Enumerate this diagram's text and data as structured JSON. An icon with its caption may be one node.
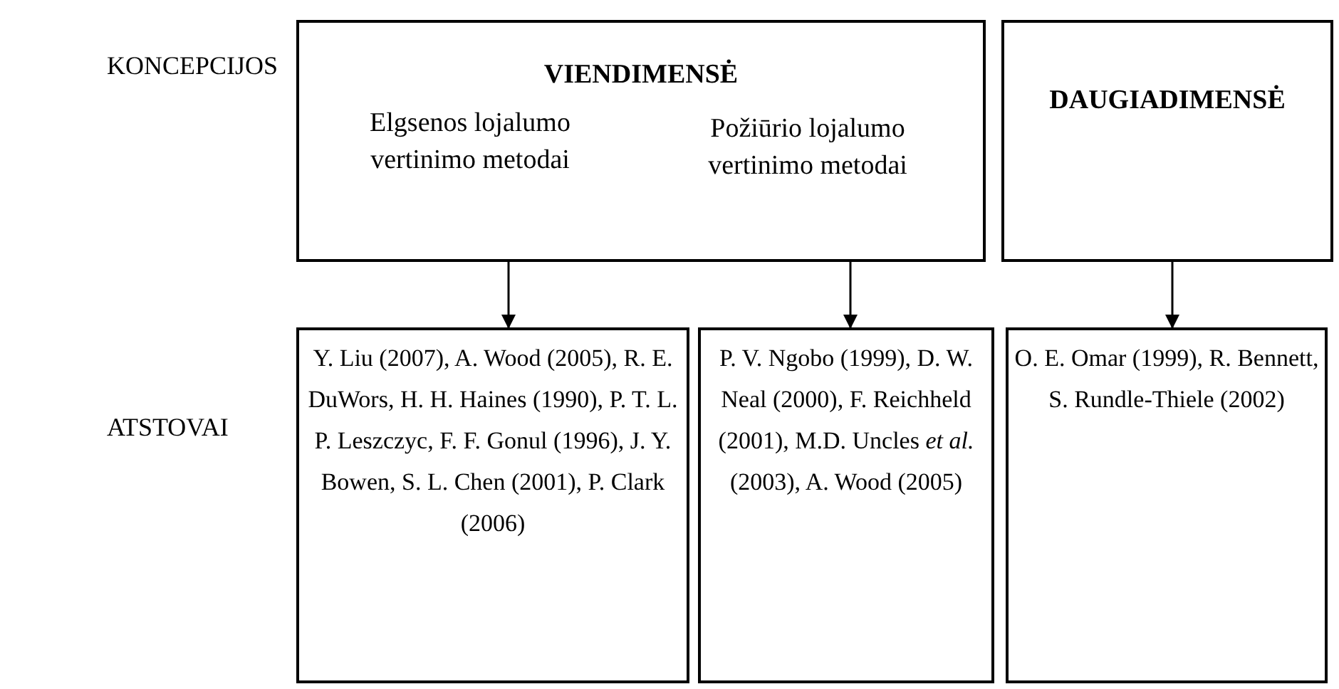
{
  "diagram": {
    "nodes": [
      {
        "text": [
          "VIENDIMENSĖ",
          "Elgsenos lojalumo vertinimo metodai",
          "Požiūrio lojalumo vertinimo metodai"
        ]
      },
      {
        "text": [
          "DAUGIADIMENSĖ"
        ]
      },
      {
        "text": [
          "Y. Liu (2007), A. Wood (2005), R. E. DuWors,  H. H. Haines (1990), P. T. L. P. Leszczyc, F. F. Gonul (1996), J. Y. Bowen, S. L. Chen (2001), P. Clark (2006)"
        ]
      },
      {
        "text": [
          "P. V. Ngobo (1999), D. W. Neal (2000), F. Reichheld (2001), M.D. Uncles *et al.* (2003), A. Wood (2005)"
        ]
      },
      {
        "text": [
          "O. E. Omar (1999), R. Bennett, S. Rundle-Thiele (2002)"
        ]
      }
    ],
    "edges": [
      {
        "from": 0,
        "to": 2,
        "arrow": "to"
      },
      {
        "from": 0,
        "to": 3,
        "arrow": "to"
      },
      {
        "from": 1,
        "to": 4,
        "arrow": "to"
      }
    ],
    "labels": [
      "KONCEPCIJOS",
      "ATSTOVAI"
    ]
  }
}
